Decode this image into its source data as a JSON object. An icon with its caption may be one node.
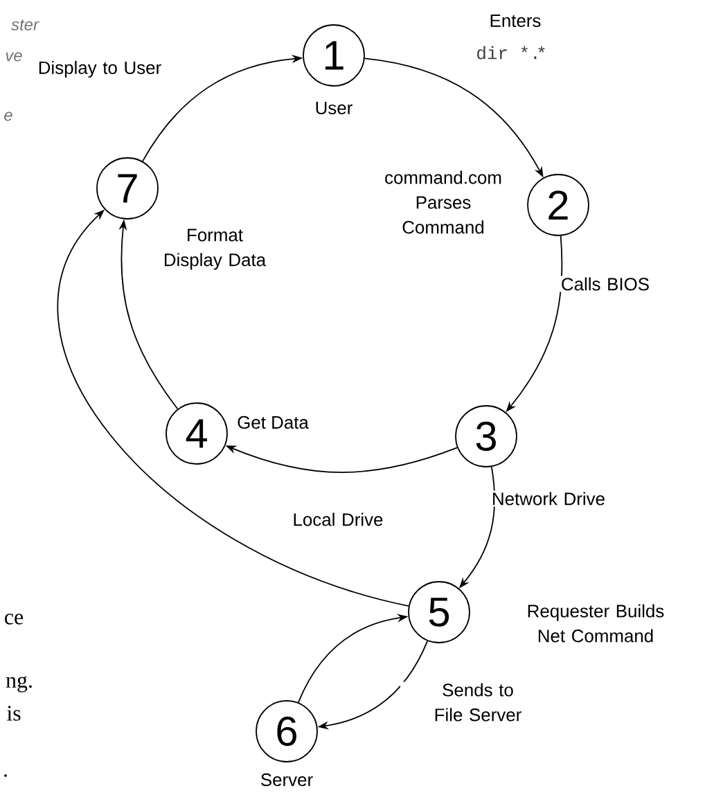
{
  "diagram": {
    "nodes": [
      {
        "text": [
          "1"
        ],
        "beside": [
          "User"
        ]
      },
      {
        "text": [
          "2"
        ],
        "beside": [
          "command.com Parses Command"
        ]
      },
      {
        "text": [
          "3"
        ]
      },
      {
        "text": [
          "4"
        ],
        "beside": [
          "Get Data"
        ]
      },
      {
        "text": [
          "5"
        ],
        "beside": [
          "Requester Builds Net Command"
        ]
      },
      {
        "text": [
          "6"
        ],
        "beside": [
          "Server"
        ]
      },
      {
        "text": [
          "7"
        ],
        "beside": [
          "Format Display Data"
        ]
      }
    ],
    "edges": [
      {
        "from": 0,
        "to": 1,
        "arrow": "to",
        "label": "Enters"
      },
      {
        "from": 1,
        "to": 2,
        "arrow": "to",
        "label": "Calls BIOS"
      },
      {
        "from": 2,
        "to": 3,
        "arrow": "to",
        "label": "Local Drive"
      },
      {
        "from": 3,
        "to": 6,
        "arrow": "to"
      },
      {
        "from": 6,
        "to": 0,
        "arrow": "to",
        "label": "Display to User"
      },
      {
        "from": 2,
        "to": 4,
        "arrow": "to",
        "label": "Network Drive"
      },
      {
        "from": 4,
        "to": 6,
        "arrow": "to"
      },
      {
        "from": 4,
        "to": 5,
        "arrow": "to",
        "label": "Sends to File Server"
      },
      {
        "from": 5,
        "to": 4,
        "arrow": "to"
      }
    ],
    "labels": [
      "dir *.",
      "*",
      "ster",
      "ve",
      "e",
      "ce",
      "ng.",
      "is",
      "."
    ]
  }
}
